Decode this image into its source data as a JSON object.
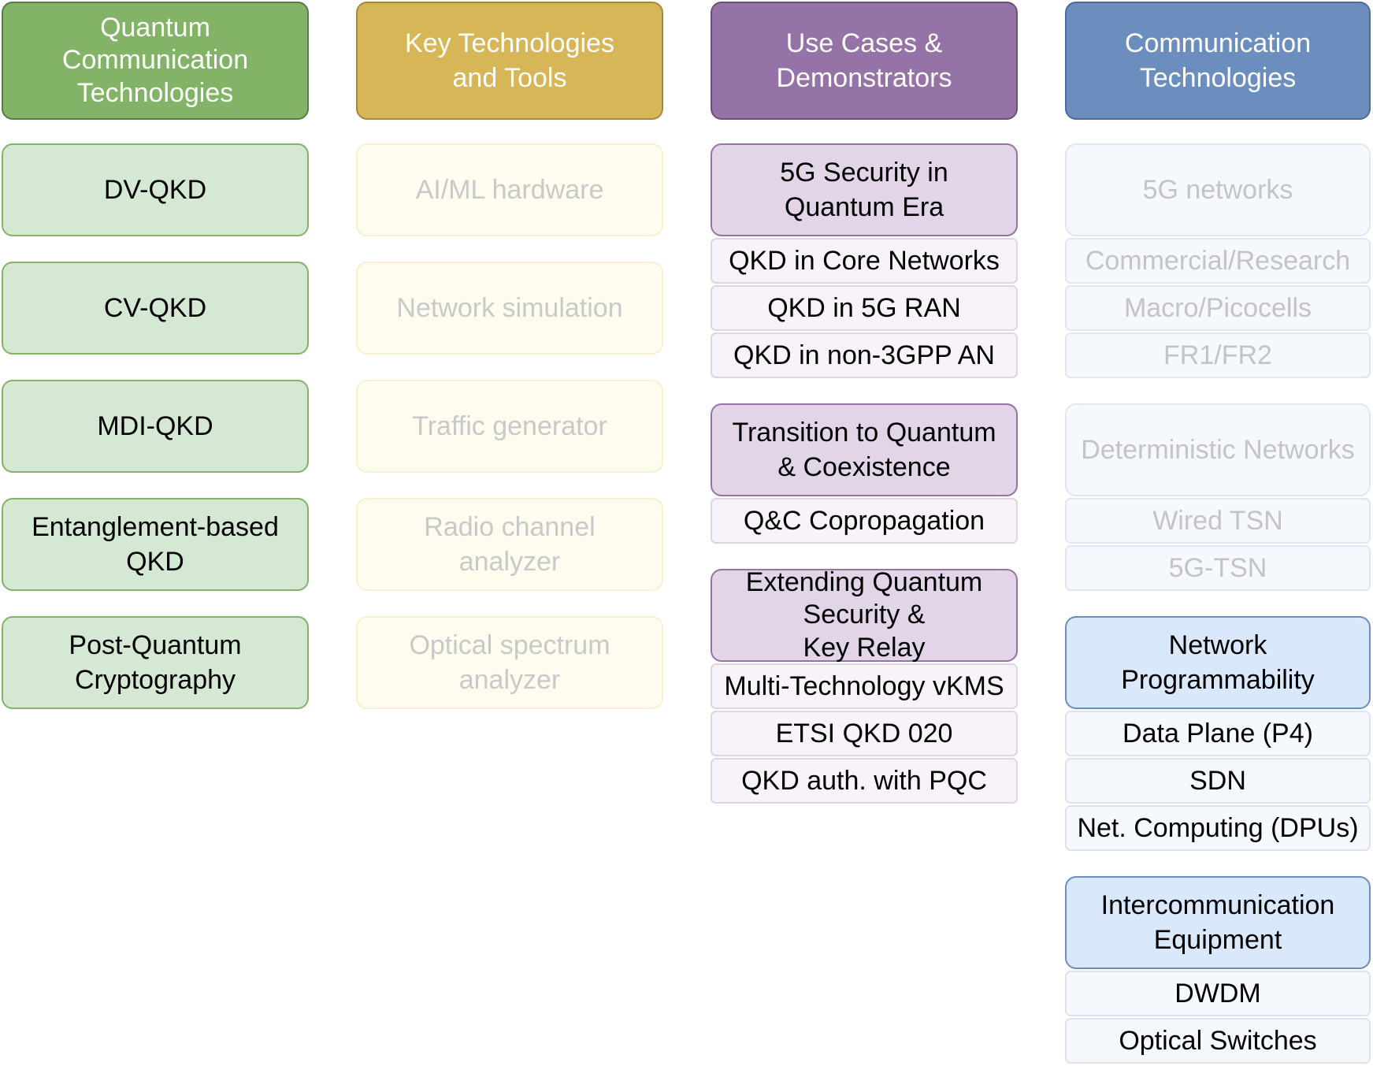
{
  "columns": [
    {
      "header": "Quantum\nCommunication\nTechnologies",
      "items": [
        "DV-QKD",
        "CV-QKD",
        "MDI-QKD",
        "Entanglement-based\nQKD",
        "Post-Quantum\nCryptography"
      ],
      "colors": {
        "header_fill": "#82b366",
        "item_fill": "#d5e8d4",
        "border": "#82b366"
      }
    },
    {
      "header": "Key Technologies\nand Tools",
      "items": [
        "AI/ML hardware",
        "Network simulation",
        "Traffic generator",
        "Radio channel\nanalyzer",
        "Optical spectrum\nanalyzer"
      ],
      "colors": {
        "header_fill": "#d6b656",
        "item_fill": "#fefcee",
        "item_text": "#c9c9c9"
      }
    },
    {
      "header": "Use Cases &\nDemonstrators",
      "groups": [
        {
          "title": "5G Security in\nQuantum Era",
          "items": [
            "QKD in Core Networks",
            "QKD in 5G RAN",
            "QKD in non-3GPP AN"
          ]
        },
        {
          "title": "Transition to Quantum\n& Coexistence",
          "items": [
            "Q&C Copropagation"
          ]
        },
        {
          "title": "Extending Quantum\nSecurity &\nKey Relay",
          "items": [
            "Multi-Technology vKMS",
            "ETSI QKD 020",
            "QKD auth. with PQC"
          ]
        }
      ],
      "colors": {
        "header_fill": "#9673a6",
        "group_fill": "#e1d5e7"
      }
    },
    {
      "header": "Communication\nTechnologies",
      "groups": [
        {
          "title": "5G networks",
          "items": [
            "Commercial/Research",
            "Macro/Picocells",
            "FR1/FR2"
          ],
          "faded": true
        },
        {
          "title": "Deterministic Networks",
          "items": [
            "Wired TSN",
            "5G-TSN"
          ],
          "faded": true
        },
        {
          "title": "Network\nProgrammability",
          "items": [
            "Data Plane (P4)",
            "SDN",
            "Net. Computing (DPUs)"
          ],
          "faded": false
        },
        {
          "title": "Intercommunication\nEquipment",
          "items": [
            "DWDM",
            "Optical Switches"
          ],
          "faded": false
        }
      ],
      "colors": {
        "header_fill": "#6c8ebf",
        "group_fill": "#dae8fc"
      }
    }
  ]
}
